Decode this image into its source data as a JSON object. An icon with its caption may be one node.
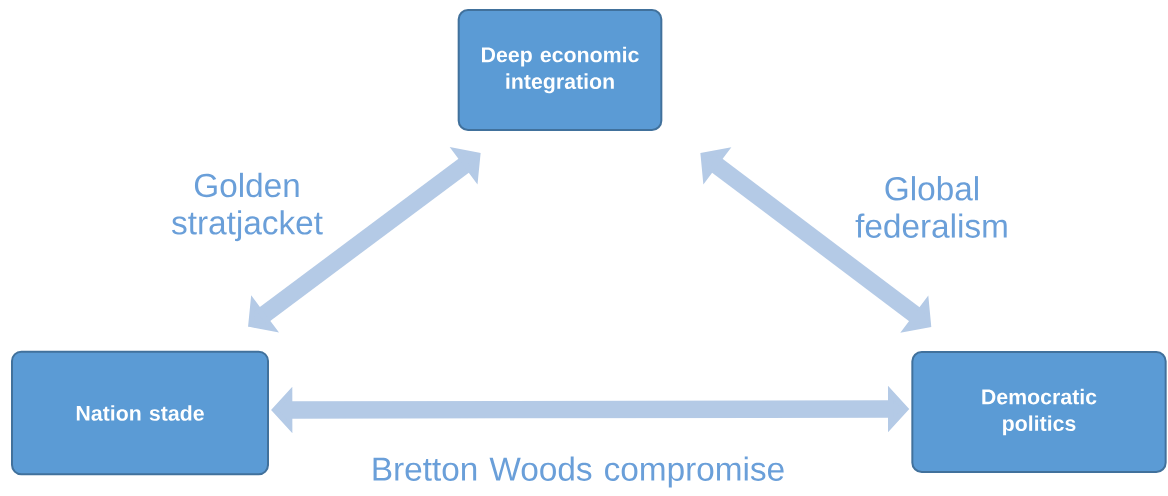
{
  "diagram": {
    "nodes": [
      {
        "text": [
          "Deep economic integration"
        ]
      },
      {
        "text": [
          "Nation stade"
        ]
      },
      {
        "text": [
          "Democratic politics"
        ]
      }
    ],
    "edges": [
      {
        "from": 0,
        "to": 1,
        "arrow": "both",
        "label": "Golden stratjacket"
      },
      {
        "from": 0,
        "to": 2,
        "arrow": "both",
        "label": "Global federalism"
      },
      {
        "from": 1,
        "to": 2,
        "arrow": "both",
        "label": "Bretton Woods compromise"
      }
    ]
  }
}
